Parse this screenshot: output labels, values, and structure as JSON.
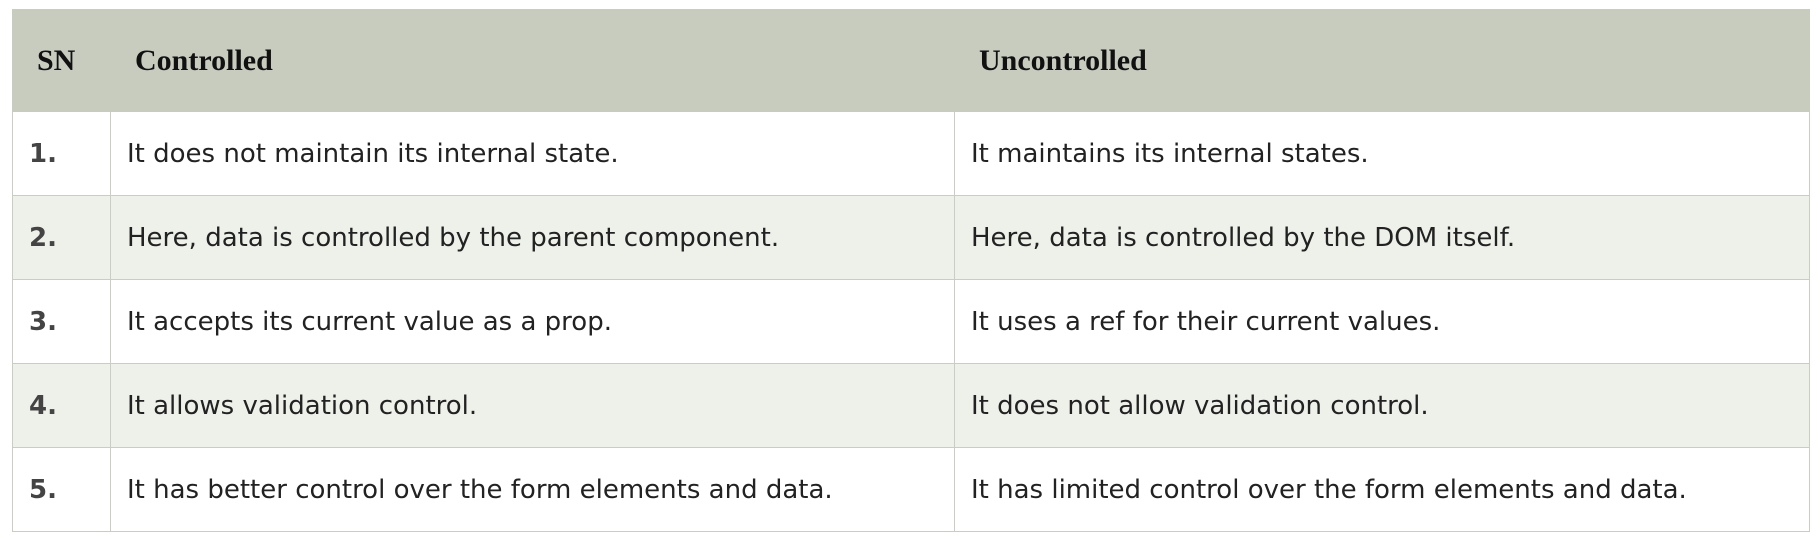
{
  "table": {
    "headers": [
      "SN",
      "Controlled",
      "Uncontrolled"
    ],
    "rows": [
      [
        "1.",
        "It does not maintain its internal state.",
        "It maintains its internal states."
      ],
      [
        "2.",
        "Here, data is controlled by the parent component.",
        "Here, data is controlled by the DOM itself."
      ],
      [
        "3.",
        "It accepts its current value as a prop.",
        "It uses a ref for their current values."
      ],
      [
        "4.",
        "It allows validation control.",
        "It does not allow validation control."
      ],
      [
        "5.",
        "It has better control over the form elements and data.",
        "It has limited control over the form elements and data."
      ]
    ]
  },
  "colors": {
    "header_bg": "#c7ccbf",
    "alt_row_bg": "#eef1ea",
    "border": "#c9cdc4"
  }
}
